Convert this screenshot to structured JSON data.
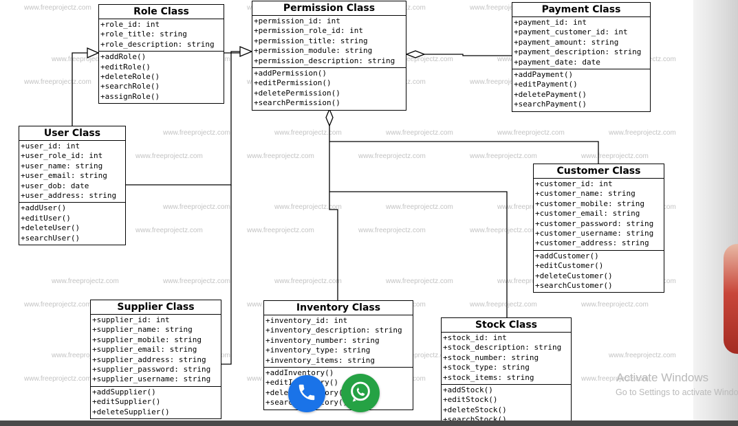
{
  "watermark": "www.freeprojectz.com",
  "classes": {
    "role": {
      "title": "Role Class",
      "attributes": [
        "+role_id: int",
        "+role_title: string",
        "+role_description: string"
      ],
      "operations": [
        "+addRole()",
        "+editRole()",
        "+deleteRole()",
        "+searchRole()",
        "+assignRole()"
      ]
    },
    "permission": {
      "title": "Permission Class",
      "attributes": [
        "+permission_id: int",
        "+permission_role_id: int",
        "+permission_title: string",
        "+permission_module: string",
        "+permission_description: string"
      ],
      "operations": [
        "+addPermission()",
        "+editPermission()",
        "+deletePermission()",
        "+searchPermission()"
      ]
    },
    "payment": {
      "title": "Payment Class",
      "attributes": [
        "+payment_id: int",
        "+payment_customer_id: int",
        "+payment_amount: string",
        "+payment_description: string",
        "+payment_date: date"
      ],
      "operations": [
        "+addPayment()",
        "+editPayment()",
        "+deletePayment()",
        "+searchPayment()"
      ]
    },
    "user": {
      "title": "User Class",
      "attributes": [
        "+user_id: int",
        "+user_role_id: int",
        "+user_name: string",
        "+user_email: string",
        "+user_dob: date",
        "+user_address: string"
      ],
      "operations": [
        "+addUser()",
        "+editUser()",
        "+deleteUser()",
        "+searchUser()"
      ]
    },
    "customer": {
      "title": "Customer Class",
      "attributes": [
        "+customer_id: int",
        "+customer_name: string",
        "+customer_mobile: string",
        "+customer_email: string",
        "+customer_password: string",
        "+customer_username: string",
        "+customer_address: string"
      ],
      "operations": [
        "+addCustomer()",
        "+editCustomer()",
        "+deleteCustomer()",
        "+searchCustomer()"
      ]
    },
    "supplier": {
      "title": "Supplier Class",
      "attributes": [
        "+supplier_id: int",
        "+supplier_name: string",
        "+supplier_mobile: string",
        "+supplier_email: string",
        "+supplier_address: string",
        "+supplier_password: string",
        "+supplier_username: string"
      ],
      "operations": [
        "+addSupplier()",
        "+editSupplier()",
        "+deleteSupplier()"
      ]
    },
    "inventory": {
      "title": "Inventory Class",
      "attributes": [
        "+inventory_id: int",
        "+inventory_description: string",
        "+inventory_number: string",
        "+inventory_type: string",
        "+inventory_items: string"
      ],
      "operations": [
        "+addInventory()",
        "+editInventory()",
        "+deleteInventory()",
        "+searchInventory()"
      ]
    },
    "stock": {
      "title": "Stock Class",
      "attributes": [
        "+stock_id: int",
        "+stock_description: string",
        "+stock_number: string",
        "+stock_type: string",
        "+stock_items: string"
      ],
      "operations": [
        "+addStock()",
        "+editStock()",
        "+deleteStock()",
        "+searchStock()"
      ]
    }
  },
  "overlay": {
    "activate_title": "Activate Windows",
    "activate_sub": "Go to Settings to activate Windows.",
    "phone_icon": "phone-icon",
    "whatsapp_icon": "whatsapp-icon"
  },
  "colors": {
    "phone_button": "#1a73e8",
    "whatsapp_button": "#25a244"
  }
}
